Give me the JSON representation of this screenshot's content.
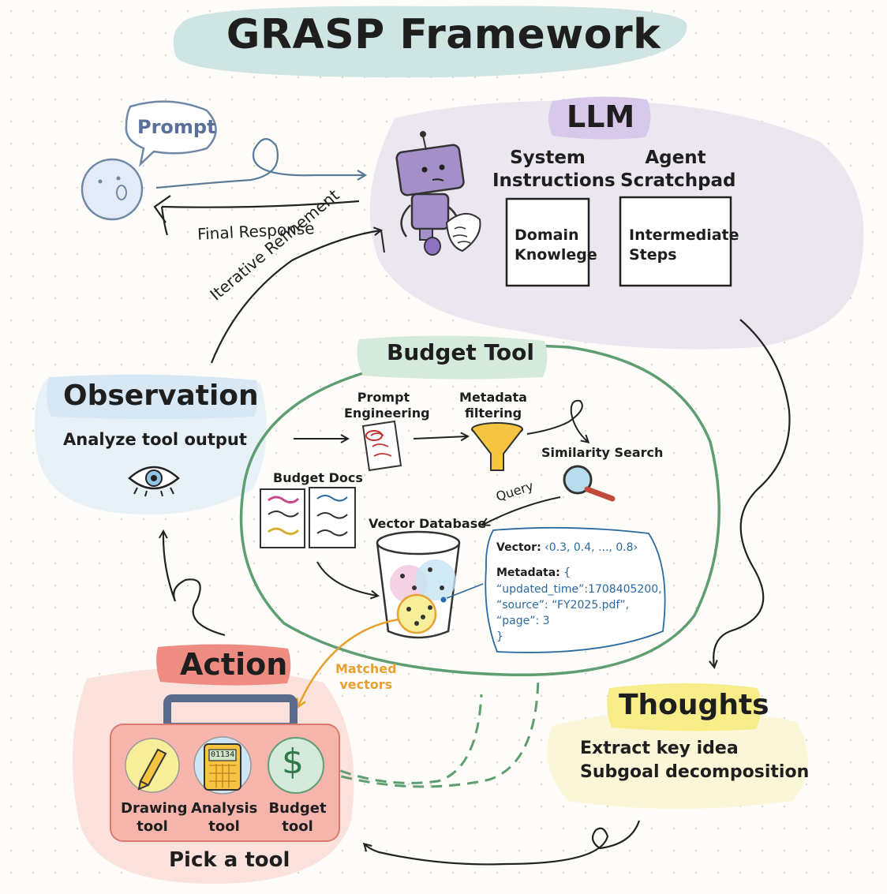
{
  "title": "GRASP Framework",
  "prompt": "Prompt",
  "final_response": "Final Response",
  "iterative_refinement": "Iterative Refinement",
  "llm": {
    "label": "LLM",
    "system_instructions": "System\nInstructions",
    "agent_scratchpad": "Agent\nScratchpad",
    "domain_knowledge": "Domain\nKnowlege",
    "intermediate_steps": "Intermediate\nSteps"
  },
  "observation": {
    "label": "Observation",
    "desc": "Analyze tool output"
  },
  "budget_tool": {
    "label": "Budget Tool",
    "prompt_engineering": "Prompt\nEngineering",
    "metadata_filtering": "Metadata\nfiltering",
    "similarity_search": "Similarity Search",
    "query": "Query",
    "budget_docs": "Budget Docs",
    "vector_database": "Vector Database",
    "vector_label": "Vector:",
    "vector_value": "‹0.3, 0.4, ..., 0.8›",
    "metadata_label": "Metadata:",
    "metadata_open": "{",
    "updated_time": "“updated_time”:1708405200,",
    "source": "“source”: “FY2025.pdf”,",
    "page": "“page”: 3",
    "metadata_close": "}"
  },
  "matched_vectors": "Matched\nvectors",
  "action": {
    "label": "Action",
    "tools": [
      "Drawing\ntool",
      "Analysis\ntool",
      "Budget\ntool"
    ],
    "calc_display": "01134",
    "pick": "Pick a tool"
  },
  "thoughts": {
    "label": "Thoughts",
    "line1": "Extract key idea",
    "line2": "Subgoal decomposition"
  },
  "colors": {
    "title_bg": "#cfe5e3",
    "llm_bg": "#ece6f1",
    "llm_label_bg": "#d8c8ea",
    "robot": "#a58fc9",
    "observation_bg": "#e7f1f8",
    "budget_label_bg": "#d6eadb",
    "budget_border": "#5f9e72",
    "action_bg": "#fbe2dc",
    "action_label_bg": "#ef8c82",
    "toolbox": "#f6b5ac",
    "thoughts_bg": "#fbf6d8",
    "thoughts_label_bg": "#f7ee8a",
    "orange": "#e8a130",
    "blue_text": "#2a6aa0"
  }
}
